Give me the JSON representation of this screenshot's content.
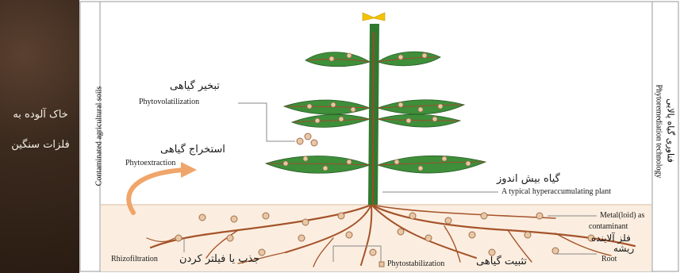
{
  "soil_panel": {
    "line1": "خاک آلوده به",
    "line2": "فلزات سنگین"
  },
  "side_labels": {
    "left_vertical": "Contaminated agricultural soils",
    "right_vertical_en": "Phytoremediation technology",
    "right_vertical_fa": "فناوری گیاه پالایی"
  },
  "labels": {
    "phytovolatilization_fa": "تبخیر گیاهی",
    "phytovolatilization_en": "Phytovolatilization",
    "phytoextraction_fa": "استخراج گیاهی",
    "phytoextraction_en": "Phytoextraction",
    "hyperaccumulator_fa": "گیاه بیش اندوز",
    "hyperaccumulator_en": "A typical hyperaccumulating plant",
    "metal_en_line1": "Metal(loid) as",
    "metal_en_line2": "contaminant",
    "metal_fa": "فلز آلاینده",
    "root_fa": "ریشه",
    "root_en": "Root",
    "rhizofiltration_en": "Rhizofiltration",
    "rhizofiltration_fa": "جذب یا فیلتر کردن",
    "phytostabilization_en": "Phytostabilization",
    "phytostabilization_fa": "تثبیت گیاهی"
  },
  "colors": {
    "soil_dark": "#3b2a1e",
    "soil_zone": "#fbeee0",
    "stem_green": "#2f7a2f",
    "leaf_green": "#3e8e3a",
    "root_brown": "#a5532a",
    "particle_fill": "#e9c7a4",
    "flower_yellow": "#f2c200",
    "arrow_orange": "#f0a56a"
  }
}
